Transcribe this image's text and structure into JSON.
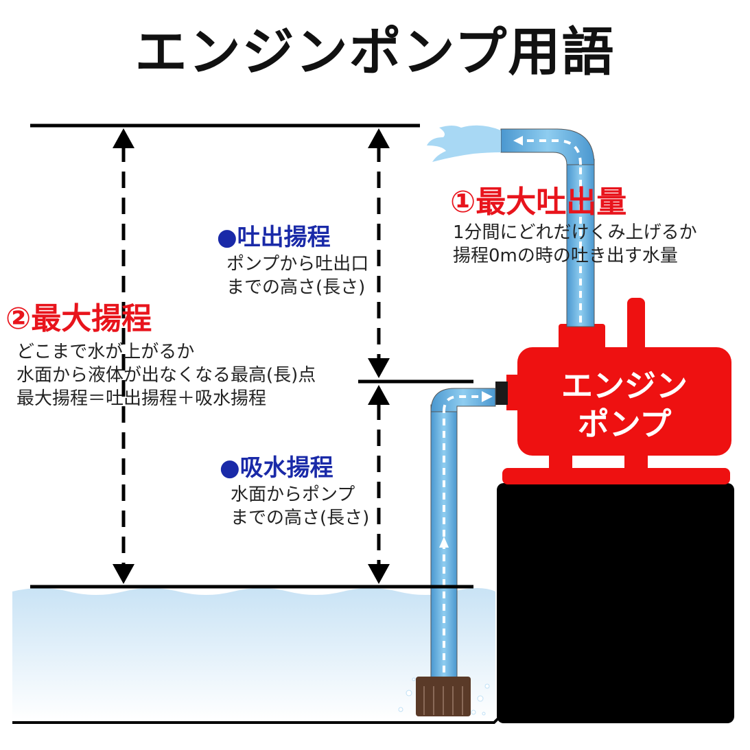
{
  "title": "エンジンポンプ用語",
  "max_flow": {
    "heading": "①最大吐出量",
    "lines": [
      "1分間にどれだけくみ上げるか",
      "揚程0mの時の吐き出す水量"
    ]
  },
  "max_head": {
    "heading": "②最大揚程",
    "lines": [
      "どこまで水が上がるか",
      "水面から液体が出なくなる最高(長)点",
      "最大揚程＝吐出揚程＋吸水揚程"
    ]
  },
  "discharge_head": {
    "heading": "●吐出揚程",
    "lines": [
      "ポンプから吐出口",
      "までの高さ(長さ)"
    ]
  },
  "suction_head": {
    "heading": "●吸水揚程",
    "lines": [
      "水面からポンプ",
      "までの高さ(長さ)"
    ]
  },
  "pump": {
    "lines": [
      "エンジン",
      "ポンプ"
    ]
  },
  "colors": {
    "pump_red": "#ee1111",
    "pipe_blue": "#6fb8e6",
    "heading_red": "#e8141c",
    "heading_blue": "#1a2aa8",
    "stand_black": "#000000",
    "water_top": "#cfe6f6"
  }
}
